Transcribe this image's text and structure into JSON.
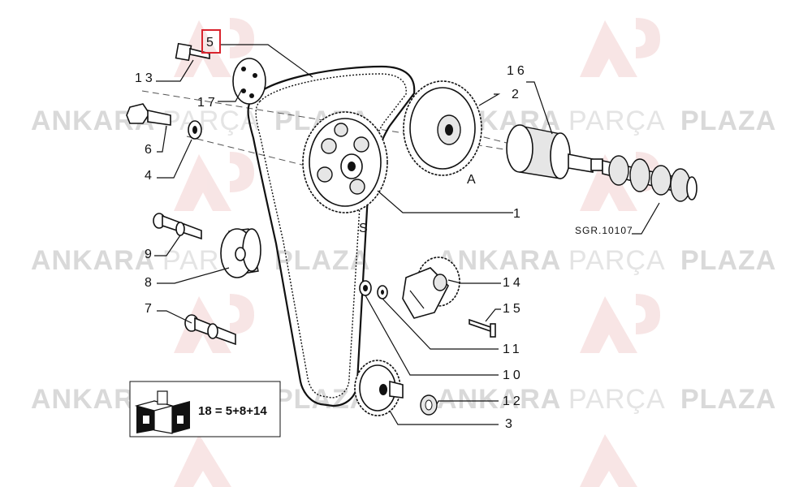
{
  "watermark": {
    "word1": "ANKARA",
    "word2": "PARÇA",
    "word3": "PLAZA",
    "color_bold": "#d9d9d9",
    "color_light": "#e4e4e4",
    "logo_color": "#f2d0d0"
  },
  "highlight_color": "#d9232d",
  "callouts": {
    "c5": "5",
    "c13": "13",
    "c17": "17",
    "c6": "6",
    "c4": "4",
    "c9": "9",
    "c8": "8",
    "c7": "7",
    "c16": "16",
    "c2": "2",
    "c1": "1",
    "c14": "14",
    "c15": "15",
    "c11": "11",
    "c10": "10",
    "c12": "12",
    "c3": "3"
  },
  "letters": {
    "a": "A",
    "s": "S"
  },
  "reference_code": "SGR.10107",
  "kit_formula": "18 = 5+8+14"
}
